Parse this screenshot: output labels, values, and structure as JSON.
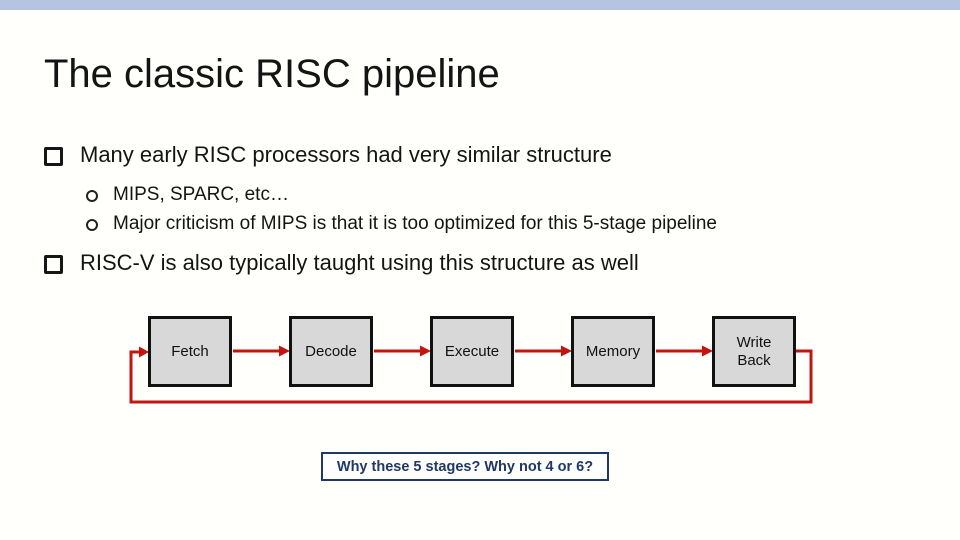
{
  "slide": {
    "title": "The classic RISC pipeline",
    "bullets": [
      {
        "level": 1,
        "text": "Many early RISC processors had very similar structure"
      },
      {
        "level": 2,
        "text": "MIPS, SPARC, etc…"
      },
      {
        "level": 2,
        "text": "Major criticism of MIPS is that it is too optimized for this 5-stage pipeline"
      },
      {
        "level": 1,
        "text": "RISC-V is also typically taught using this structure as well"
      }
    ]
  },
  "pipeline": {
    "stages": [
      {
        "label": "Fetch"
      },
      {
        "label": "Decode"
      },
      {
        "label": "Execute"
      },
      {
        "label": "Memory"
      },
      {
        "label": "Write Back"
      }
    ],
    "loopback": "Write Back returns to Fetch"
  },
  "question_box": {
    "text": "Why these 5 stages? Why not 4 or 6?"
  },
  "colors": {
    "accent_bar": "#B5C4E3",
    "stage_fill": "#D8D8D8",
    "stage_border": "#111111",
    "arrow_red": "#C41411",
    "question_navy": "#1F3864"
  }
}
